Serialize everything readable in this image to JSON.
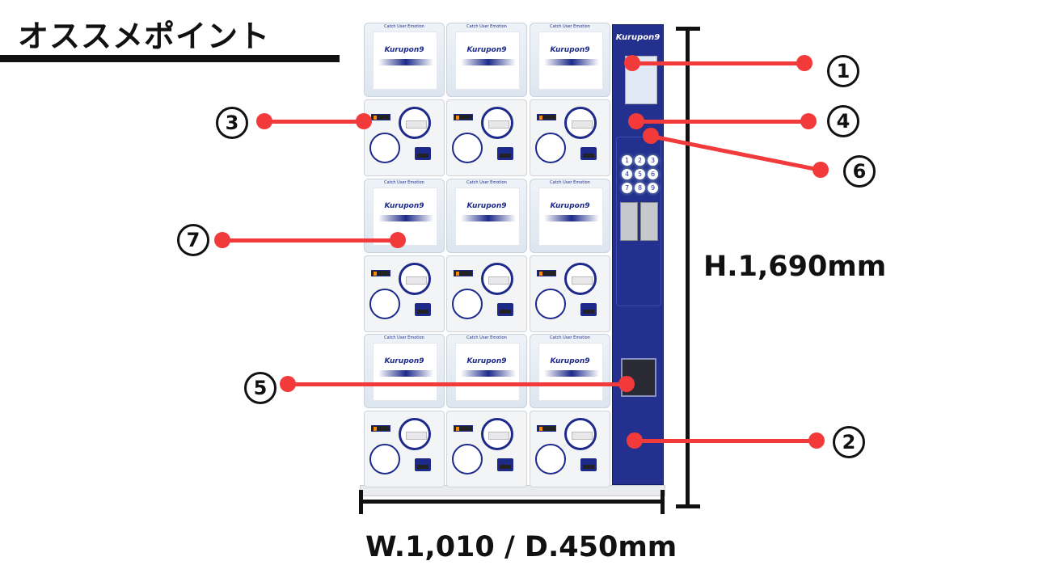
{
  "title": "オススメポイント",
  "machine": {
    "brand": "Kurupon9",
    "tagline": "Catch User Emotion",
    "keys": [
      "1",
      "2",
      "3",
      "4",
      "5",
      "6",
      "7",
      "8",
      "9"
    ]
  },
  "dimensions": {
    "height": "H.1,690mm",
    "width_depth": "W.1,010 / D.450mm"
  },
  "callouts": [
    {
      "label": "1"
    },
    {
      "label": "2"
    },
    {
      "label": "3"
    },
    {
      "label": "4"
    },
    {
      "label": "5"
    },
    {
      "label": "6"
    },
    {
      "label": "7"
    }
  ],
  "colors": {
    "accent": "#f23a3a",
    "machine_blue": "#23308e"
  }
}
